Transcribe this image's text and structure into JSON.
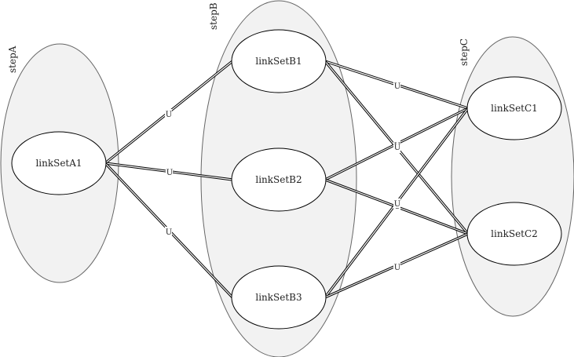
{
  "groups": [
    {
      "id": "stepA",
      "label": "stepA"
    },
    {
      "id": "stepB",
      "label": "stepB"
    },
    {
      "id": "stepC",
      "label": "stepC"
    }
  ],
  "nodes": [
    {
      "id": "linkSetA1",
      "label": "linkSetA1",
      "group": "stepA"
    },
    {
      "id": "linkSetB1",
      "label": "linkSetB1",
      "group": "stepB"
    },
    {
      "id": "linkSetB2",
      "label": "linkSetB2",
      "group": "stepB"
    },
    {
      "id": "linkSetB3",
      "label": "linkSetB3",
      "group": "stepB"
    },
    {
      "id": "linkSetC1",
      "label": "linkSetC1",
      "group": "stepC"
    },
    {
      "id": "linkSetC2",
      "label": "linkSetC2",
      "group": "stepC"
    }
  ],
  "edges": [
    {
      "from": "linkSetA1",
      "to": "linkSetB1",
      "label": "U"
    },
    {
      "from": "linkSetA1",
      "to": "linkSetB2",
      "label": "U"
    },
    {
      "from": "linkSetA1",
      "to": "linkSetB3",
      "label": "U"
    },
    {
      "from": "linkSetB1",
      "to": "linkSetC1",
      "label": "U"
    },
    {
      "from": "linkSetB1",
      "to": "linkSetC2",
      "label": "U"
    },
    {
      "from": "linkSetB2",
      "to": "linkSetC1",
      "label": "U"
    },
    {
      "from": "linkSetB2",
      "to": "linkSetC2",
      "label": "U"
    },
    {
      "from": "linkSetB3",
      "to": "linkSetC1",
      "label": "U"
    },
    {
      "from": "linkSetB3",
      "to": "linkSetC2",
      "label": "U"
    }
  ]
}
